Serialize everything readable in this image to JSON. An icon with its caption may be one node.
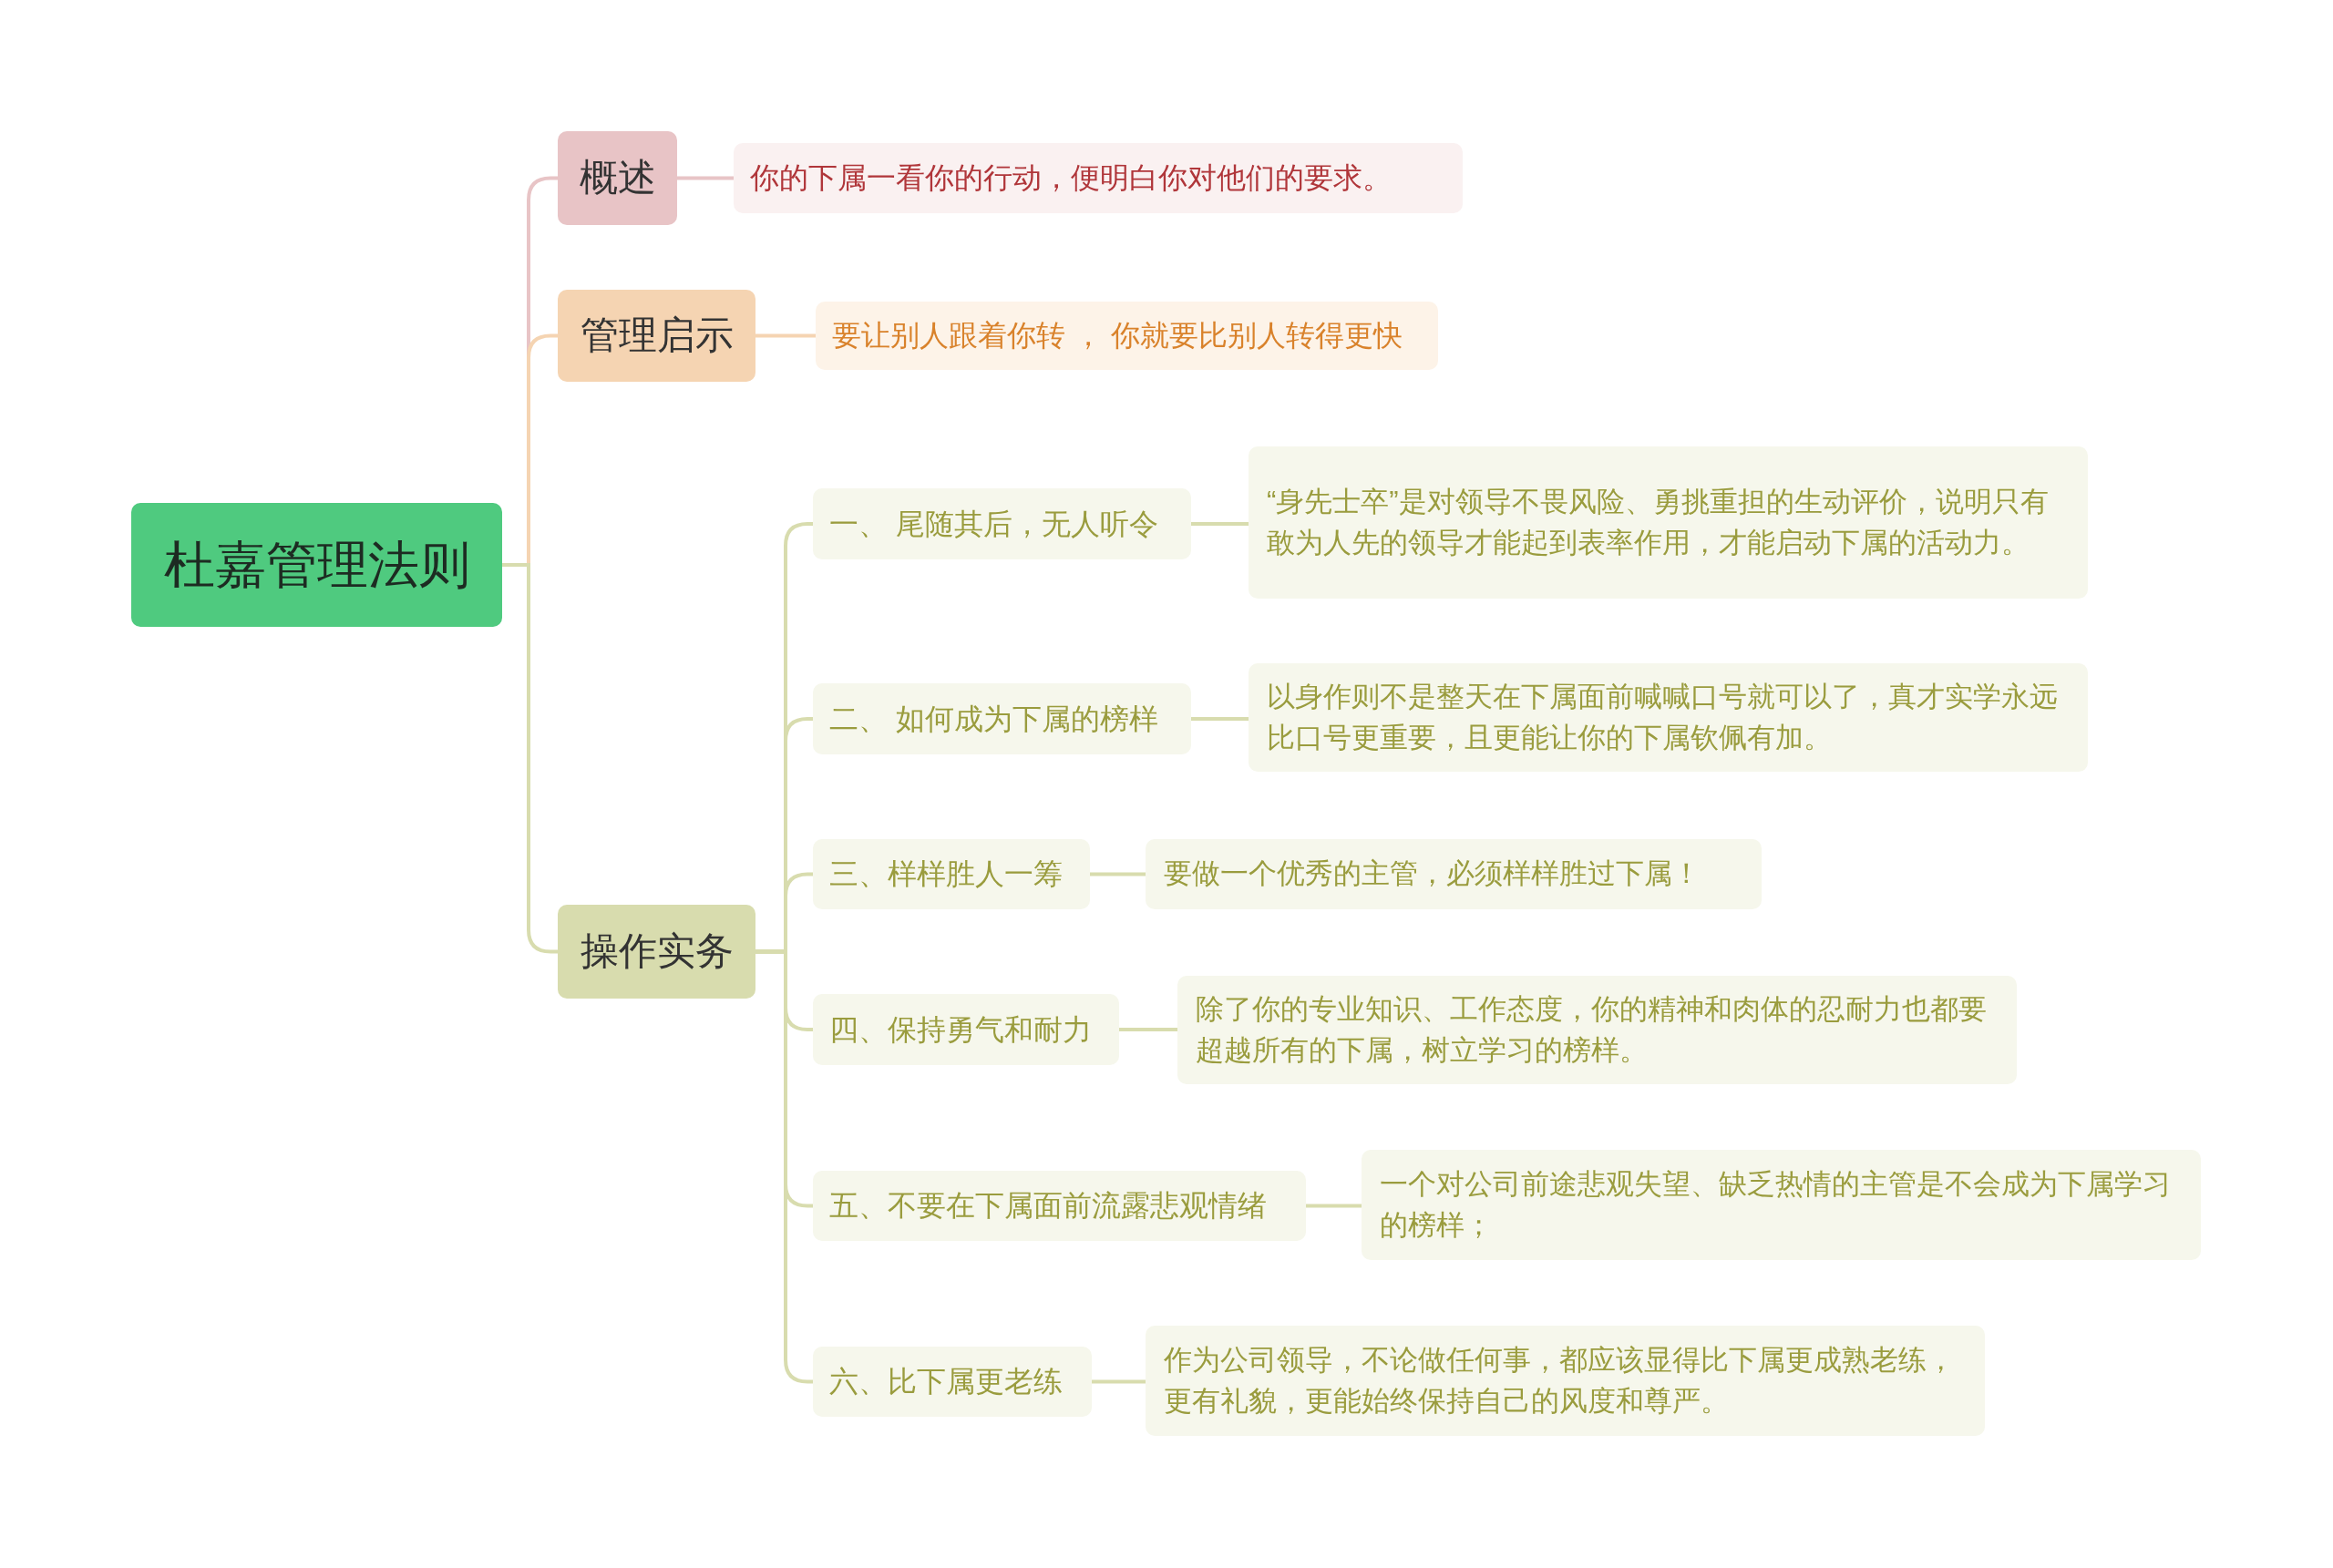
{
  "diagram": {
    "nodes": [
      {
        "text": [
          "杜嘉管理法则"
        ]
      },
      {
        "text": [
          "概述"
        ]
      },
      {
        "text": [
          "你的下属一看你的行动，便明白你对他们的要求。"
        ]
      },
      {
        "text": [
          "管理启示"
        ]
      },
      {
        "text": [
          "要让别人跟着你转 ， 你就要比别人转得更快"
        ]
      },
      {
        "text": [
          "操作实务"
        ]
      },
      {
        "text": [
          "一、 尾随其后，无人听令"
        ]
      },
      {
        "text": [
          "“身先士卒”是对领导不畏风险、勇挑重担的生动评价，说明只有敢为人先的领导才能起到表率作用，才能启动下属的活动力。"
        ]
      },
      {
        "text": [
          "二、 如何成为下属的榜样"
        ]
      },
      {
        "text": [
          "以身作则不是整天在下属面前喊喊口号就可以了，真才实学永远比口号更重要，且更能让你的下属钦佩有加。"
        ]
      },
      {
        "text": [
          "三、样样胜人一筹"
        ]
      },
      {
        "text": [
          "要做一个优秀的主管，必须样样胜过下属！"
        ]
      },
      {
        "text": [
          "四、保持勇气和耐力"
        ]
      },
      {
        "text": [
          "除了你的专业知识、工作态度，你的精神和肉体的忍耐力也都要超越所有的下属，树立学习的榜样。"
        ]
      },
      {
        "text": [
          "五、不要在下属面前流露悲观情绪"
        ]
      },
      {
        "text": [
          "一个对公司前途悲观失望、缺乏热情的主管是不会成为下属学习的榜样；"
        ]
      },
      {
        "text": [
          "六、比下属更老练"
        ]
      },
      {
        "text": [
          "作为公司领导，不论做任何事，都应该显得比下属更成熟老练，更有礼貌，更能始终保持自己的风度和尊严。"
        ]
      }
    ],
    "edges": [
      {
        "from": 0,
        "to": 1,
        "arrow": "none",
        "color": "#e8c4c6"
      },
      {
        "from": 1,
        "to": 2,
        "arrow": "none",
        "color": "#e8c4c6"
      },
      {
        "from": 0,
        "to": 3,
        "arrow": "none",
        "color": "#f5d4b2"
      },
      {
        "from": 3,
        "to": 4,
        "arrow": "none",
        "color": "#f5d4b2"
      },
      {
        "from": 0,
        "to": 5,
        "arrow": "none"
      },
      {
        "from": 5,
        "to": 6,
        "arrow": "none"
      },
      {
        "from": 6,
        "to": 7,
        "arrow": "none"
      },
      {
        "from": 5,
        "to": 8,
        "arrow": "none"
      },
      {
        "from": 8,
        "to": 9,
        "arrow": "none"
      },
      {
        "from": 5,
        "to": 10,
        "arrow": "none"
      },
      {
        "from": 10,
        "to": 11,
        "arrow": "none"
      },
      {
        "from": 5,
        "to": 12,
        "arrow": "none"
      },
      {
        "from": 12,
        "to": 13,
        "arrow": "none"
      },
      {
        "from": 5,
        "to": 14,
        "arrow": "none"
      },
      {
        "from": 14,
        "to": 15,
        "arrow": "none"
      },
      {
        "from": 5,
        "to": 16,
        "arrow": "none"
      },
      {
        "from": 16,
        "to": 17,
        "arrow": "none"
      }
    ]
  }
}
